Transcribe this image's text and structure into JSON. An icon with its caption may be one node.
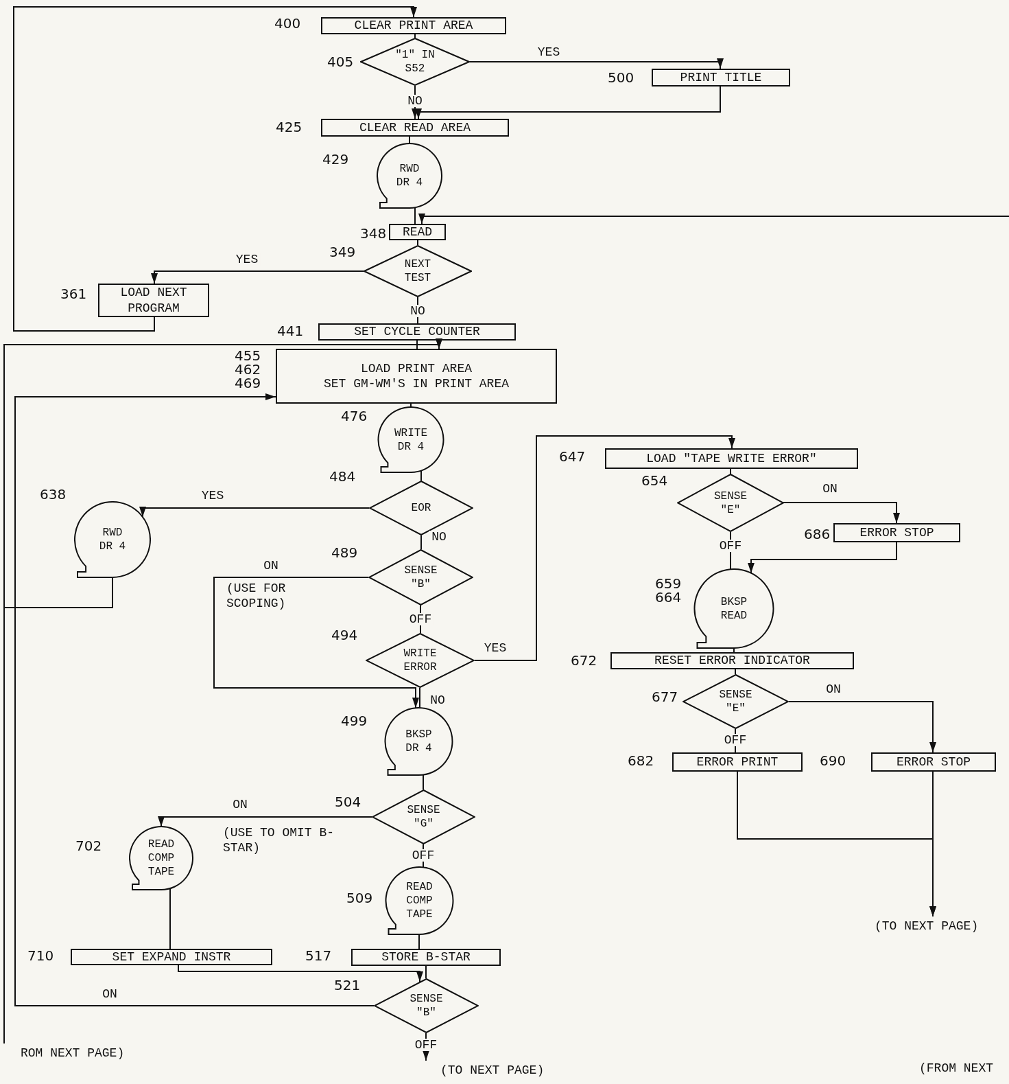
{
  "diagram": {
    "nodes": [
      {
        "text": [
          "CLEAR PRINT AREA"
        ],
        "beside": [
          "400"
        ]
      },
      {
        "text": [
          "\"1\" IN S52"
        ],
        "beside": [
          "405"
        ]
      },
      {
        "text": [
          "PRINT TITLE"
        ],
        "beside": [
          "500"
        ]
      },
      {
        "text": [
          "CLEAR READ AREA"
        ],
        "beside": [
          "425"
        ]
      },
      {
        "text": [
          "RWD DR 4"
        ],
        "beside": [
          "429"
        ]
      },
      {
        "text": [
          "READ"
        ],
        "beside": [
          "348"
        ]
      },
      {
        "text": [
          "NEXT TEST"
        ],
        "beside": [
          "349"
        ]
      },
      {
        "text": [
          "LOAD NEXT PROGRAM"
        ],
        "beside": [
          "361"
        ]
      },
      {
        "text": [
          "SET CYCLE COUNTER"
        ],
        "beside": [
          "441"
        ]
      },
      {
        "text": [
          "LOAD PRINT AREA",
          "SET GM-WM'S IN PRINT AREA"
        ],
        "beside": [
          "455",
          "462",
          "469"
        ]
      },
      {
        "text": [
          "WRITE DR 4"
        ],
        "beside": [
          "476"
        ]
      },
      {
        "text": [
          "EOR"
        ],
        "beside": [
          "484"
        ]
      },
      {
        "text": [
          "RWD DR 4"
        ],
        "beside": [
          "638"
        ]
      },
      {
        "text": [
          "SENSE \"B\""
        ],
        "beside": [
          "489"
        ]
      },
      {
        "text": [
          "WRITE ERROR"
        ],
        "beside": [
          "494"
        ]
      },
      {
        "text": [
          "BKSP DR 4"
        ],
        "beside": [
          "499"
        ]
      },
      {
        "text": [
          "SENSE \"G\""
        ],
        "beside": [
          "504"
        ]
      },
      {
        "text": [
          "READ COMP TAPE"
        ],
        "beside": [
          "702"
        ]
      },
      {
        "text": [
          "READ COMP TAPE"
        ],
        "beside": [
          "509"
        ]
      },
      {
        "text": [
          "SET EXPAND INSTR"
        ],
        "beside": [
          "710"
        ]
      },
      {
        "text": [
          "STORE B-STAR"
        ],
        "beside": [
          "517"
        ]
      },
      {
        "text": [
          "SENSE \"B\""
        ],
        "beside": [
          "521"
        ]
      },
      {
        "text": [
          "LOAD \"TAPE WRITE ERROR\""
        ],
        "beside": [
          "647"
        ]
      },
      {
        "text": [
          "SENSE \"E\""
        ],
        "beside": [
          "654"
        ]
      },
      {
        "text": [
          "ERROR STOP"
        ],
        "beside": [
          "686"
        ]
      },
      {
        "text": [
          "BKSP READ"
        ],
        "beside": [
          "659",
          "664"
        ]
      },
      {
        "text": [
          "RESET ERROR INDICATOR"
        ],
        "beside": [
          "672"
        ]
      },
      {
        "text": [
          "SENSE \"E\""
        ],
        "beside": [
          "677"
        ]
      },
      {
        "text": [
          "ERROR PRINT"
        ],
        "beside": [
          "682"
        ]
      },
      {
        "text": [
          "ERROR STOP"
        ],
        "beside": [
          "690"
        ]
      },
      {
        "text": [
          "(TO NEXT PAGE)"
        ]
      },
      {
        "text": [
          "(TO NEXT PAGE)"
        ]
      },
      {
        "text": [
          "ROM NEXT PAGE)"
        ]
      }
    ],
    "edges": [
      {
        "from": 0,
        "to": 1,
        "arrow": "none"
      },
      {
        "from": 1,
        "to": 2,
        "arrow": "to",
        "label": "YES"
      },
      {
        "from": 1,
        "to": 3,
        "arrow": "to",
        "label": "NO"
      },
      {
        "from": 2,
        "to": 3,
        "arrow": "to"
      },
      {
        "from": 3,
        "to": 4,
        "arrow": "none"
      },
      {
        "from": 4,
        "to": 5,
        "arrow": "none"
      },
      {
        "from": null,
        "to": 5,
        "arrow": "to"
      },
      {
        "from": 5,
        "to": 6,
        "arrow": "none"
      },
      {
        "from": 6,
        "to": 7,
        "arrow": "to",
        "label": "YES"
      },
      {
        "from": 6,
        "to": 8,
        "arrow": "none",
        "label": "NO"
      },
      {
        "from": 7,
        "to": 0,
        "arrow": "to"
      },
      {
        "from": 8,
        "to": 9,
        "arrow": "none"
      },
      {
        "from": 12,
        "to": 9,
        "arrow": "to"
      },
      {
        "from": 21,
        "to": 9,
        "arrow": "to",
        "label": "ON"
      },
      {
        "from": 32,
        "to": 9,
        "arrow": "to"
      },
      {
        "from": 9,
        "to": 10,
        "arrow": "none"
      },
      {
        "from": 10,
        "to": 11,
        "arrow": "none"
      },
      {
        "from": 11,
        "to": 12,
        "arrow": "to",
        "label": "YES"
      },
      {
        "from": 11,
        "to": 13,
        "arrow": "none",
        "label": "NO"
      },
      {
        "from": 13,
        "to": 15,
        "arrow": "to",
        "label": "ON"
      },
      {
        "from": 13,
        "to": 14,
        "arrow": "none",
        "label": "OFF"
      },
      {
        "from": 14,
        "to": 22,
        "arrow": "to",
        "label": "YES"
      },
      {
        "from": 14,
        "to": 15,
        "arrow": "none",
        "label": "NO"
      },
      {
        "from": 15,
        "to": 16,
        "arrow": "none"
      },
      {
        "from": 16,
        "to": 17,
        "arrow": "to",
        "label": "ON"
      },
      {
        "from": 16,
        "to": 18,
        "arrow": "none",
        "label": "OFF"
      },
      {
        "from": 17,
        "to": 19,
        "arrow": "none"
      },
      {
        "from": 18,
        "to": 20,
        "arrow": "none"
      },
      {
        "from": 19,
        "to": 21,
        "arrow": "to"
      },
      {
        "from": 20,
        "to": 21,
        "arrow": "none"
      },
      {
        "from": 21,
        "to": 31,
        "arrow": "to",
        "label": "OFF"
      },
      {
        "from": 22,
        "to": 23,
        "arrow": "none"
      },
      {
        "from": 23,
        "to": 24,
        "arrow": "to",
        "label": "ON"
      },
      {
        "from": 23,
        "to": 25,
        "arrow": "none",
        "label": "OFF"
      },
      {
        "from": 24,
        "to": 25,
        "arrow": "to"
      },
      {
        "from": 25,
        "to": 26,
        "arrow": "none"
      },
      {
        "from": 26,
        "to": 27,
        "arrow": "none"
      },
      {
        "from": 27,
        "to": 29,
        "arrow": "to",
        "label": "ON"
      },
      {
        "from": 27,
        "to": 28,
        "arrow": "none",
        "label": "OFF"
      },
      {
        "from": 28,
        "to": 30,
        "arrow": "to"
      },
      {
        "from": 29,
        "to": 30,
        "arrow": "to"
      }
    ],
    "labels": [
      "(USE FOR SCOPING)",
      "(USE TO OMIT B-STAR)",
      "(FROM NEXT"
    ]
  }
}
